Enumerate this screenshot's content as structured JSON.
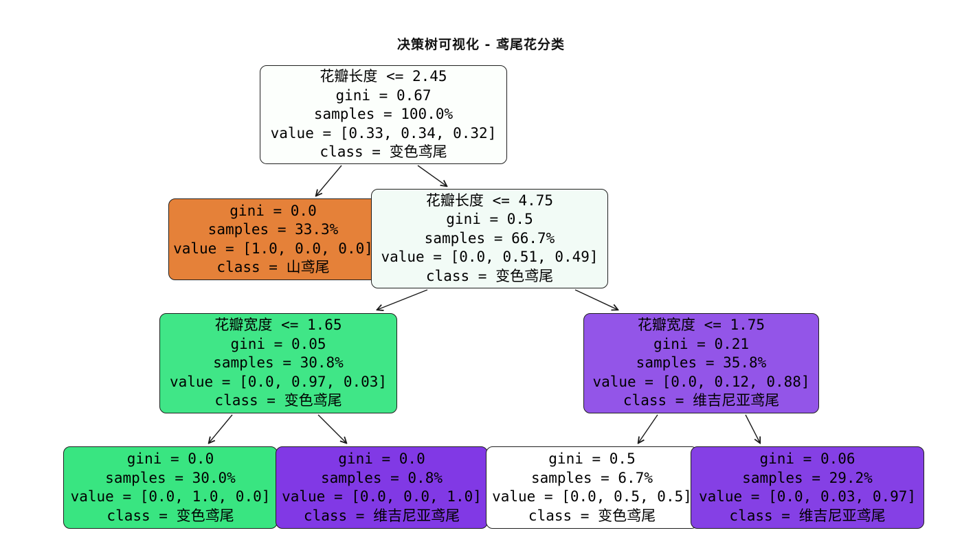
{
  "title": "决策树可视化 - 鸢尾花分类",
  "colors": {
    "setosa_orange": "#e58139",
    "versicolor_green": "#39e581",
    "virginica_purple": "#8139e5",
    "edge_stroke": "#1a1a1a",
    "text": "#000000",
    "background": "#ffffff"
  },
  "nodes": [
    {
      "id": "root",
      "condition": "花瓣长度 <= 2.45",
      "gini": "gini = 0.67",
      "samples": "samples = 100.0%",
      "value": "value = [0.33, 0.34, 0.32]",
      "class_line": "class = 变色鸢尾",
      "color": "#fcfffc"
    },
    {
      "id": "setosa-leaf",
      "gini": "gini = 0.0",
      "samples": "samples = 33.3%",
      "value": "value = [1.0, 0.0, 0.0]",
      "class_line": "class = 山鸢尾",
      "color": "#e58139"
    },
    {
      "id": "petal-length-4-75",
      "condition": "花瓣长度 <= 4.75",
      "gini": "gini = 0.5",
      "samples": "samples = 66.7%",
      "value": "value = [0.0, 0.51, 0.49]",
      "class_line": "class = 变色鸢尾",
      "color": "#f2fbf6"
    },
    {
      "id": "petal-width-1-65",
      "condition": "花瓣宽度 <= 1.65",
      "gini": "gini = 0.05",
      "samples": "samples = 30.8%",
      "value": "value = [0.0, 0.97, 0.03]",
      "class_line": "class = 变色鸢尾",
      "color": "#40e687"
    },
    {
      "id": "petal-width-1-75",
      "condition": "花瓣宽度 <= 1.75",
      "gini": "gini = 0.21",
      "samples": "samples = 35.8%",
      "value": "value = [0.0, 0.12, 0.88]",
      "class_line": "class = 维吉尼亚鸢尾",
      "color": "#9355e8"
    },
    {
      "id": "versicolor-leaf",
      "gini": "gini = 0.0",
      "samples": "samples = 30.0%",
      "value": "value = [0.0, 1.0, 0.0]",
      "class_line": "class = 变色鸢尾",
      "color": "#39e581"
    },
    {
      "id": "virginica-small-leaf",
      "gini": "gini = 0.0",
      "samples": "samples = 0.8%",
      "value": "value = [0.0, 0.0, 1.0]",
      "class_line": "class = 维吉尼亚鸢尾",
      "color": "#8139e5"
    },
    {
      "id": "mixed-leaf",
      "gini": "gini = 0.5",
      "samples": "samples = 6.7%",
      "value": "value = [0.0, 0.5, 0.5]",
      "class_line": "class = 变色鸢尾",
      "color": "#ffffff"
    },
    {
      "id": "virginica-leaf",
      "gini": "gini = 0.06",
      "samples": "samples = 29.2%",
      "value": "value = [0.0, 0.03, 0.97]",
      "class_line": "class = 维吉尼亚鸢尾",
      "color": "#8540e5"
    }
  ]
}
